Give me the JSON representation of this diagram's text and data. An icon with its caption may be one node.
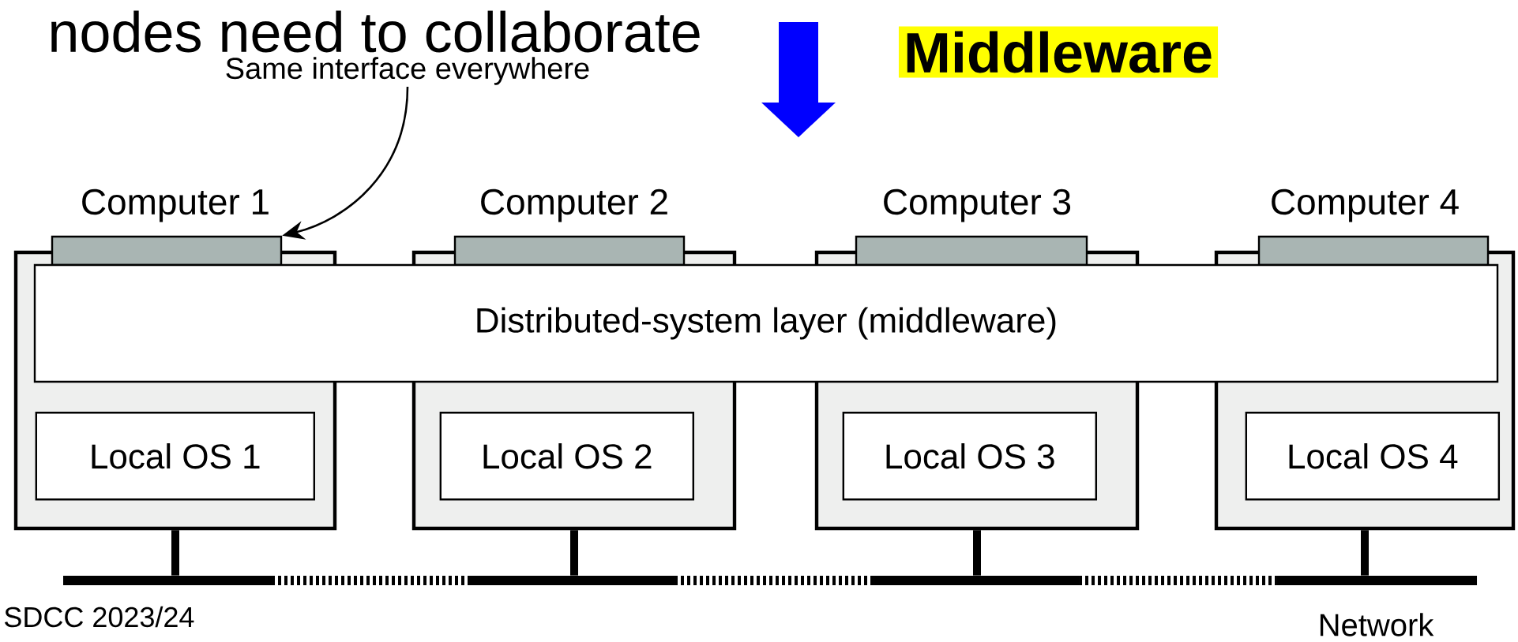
{
  "diagram": {
    "nodes": [
      {
        "text": [
          "Same interface everywhere"
        ]
      },
      {
        "text": [
          "Computer 1"
        ]
      },
      {
        "text": [
          "Computer 2"
        ]
      },
      {
        "text": [
          "Computer 3"
        ]
      },
      {
        "text": [
          "Computer 4"
        ]
      },
      {
        "text": [],
        "shape": "box"
      },
      {
        "text": [],
        "shape": "box"
      },
      {
        "text": [],
        "shape": "box"
      },
      {
        "text": [],
        "shape": "box"
      },
      {
        "text": [
          "Distributed-system layer (middleware)"
        ]
      },
      {
        "text": [
          "Local OS 1"
        ],
        "in": 1
      },
      {
        "text": [
          "Local OS 2"
        ],
        "in": 2
      },
      {
        "text": [
          "Local OS 3"
        ],
        "in": 3
      },
      {
        "text": [
          "Local OS 4"
        ],
        "in": 4
      },
      {
        "text": [
          "Network"
        ]
      }
    ],
    "edges": [
      {
        "from": 0,
        "to": 5,
        "arrow": "to"
      },
      {
        "from": 1,
        "to": 14,
        "arrow": "none"
      },
      {
        "from": 2,
        "to": 14,
        "arrow": "none"
      },
      {
        "from": 3,
        "to": 14,
        "arrow": "none"
      },
      {
        "from": 4,
        "to": 14,
        "arrow": "none"
      }
    ],
    "labels": [
      "nodes need to collaborate",
      "Middleware",
      "SDCC 2023/24"
    ]
  }
}
